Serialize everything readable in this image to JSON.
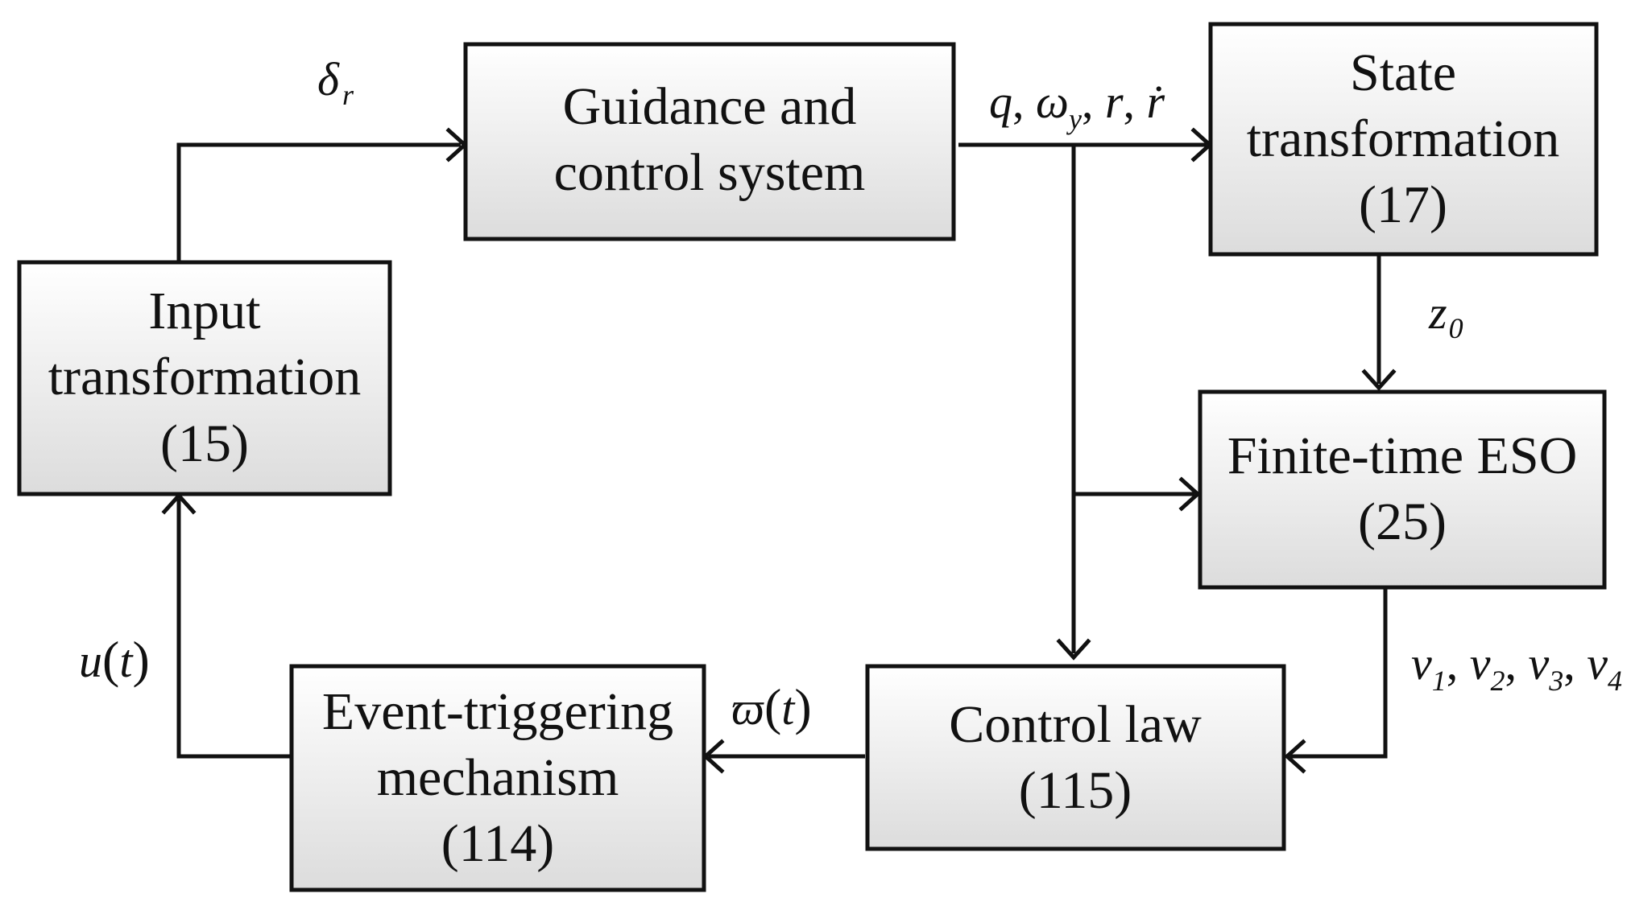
{
  "colors": {
    "block_fill_top": "#ffffff",
    "block_fill_bottom": "#dcdcdc",
    "stroke": "#111111"
  },
  "blocks": {
    "guidance": {
      "line1": "Guidance and",
      "line2": "control system"
    },
    "state": {
      "line1": "State",
      "line2": "transformation",
      "line3": "(17)"
    },
    "input": {
      "line1": "Input",
      "line2": "transformation",
      "line3": "(15)"
    },
    "eso": {
      "line1": "Finite-time ESO",
      "line2": "(25)"
    },
    "control": {
      "line1": "Control law",
      "line2": "(115)"
    },
    "event": {
      "line1": "Event-triggering",
      "line2": "mechanism",
      "line3": "(114)"
    }
  },
  "signals": {
    "delta_r": {
      "symbol": "δ",
      "sub": "r"
    },
    "outputs": {
      "q": "q",
      "sep": ", ",
      "omega": "ω",
      "omega_sub": "y",
      "r": "r",
      "rdot": "ṙ"
    },
    "z0": {
      "symbol": "z",
      "sub": "0"
    },
    "v": {
      "symbol": "v",
      "subs": [
        "1",
        "2",
        "3",
        "4"
      ],
      "sep": ", "
    },
    "u_t": {
      "symbol": "u",
      "open": "(",
      "arg": "t",
      "close": ")"
    },
    "varpi_t": {
      "symbol": "ϖ",
      "open": "(",
      "arg": "t",
      "close": ")"
    }
  }
}
